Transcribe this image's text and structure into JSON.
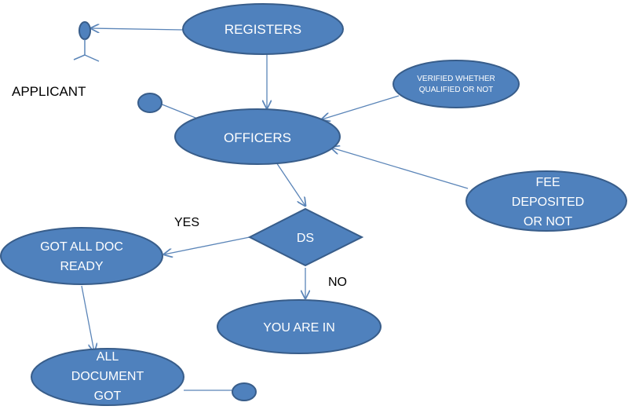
{
  "diagram": {
    "actor_label": "APPLICANT",
    "nodes": {
      "registers": "REGISTERS",
      "officers": "OFFICERS",
      "verified_line1": "VERIFIED WHETHER",
      "verified_line2": "QUALIFIED OR NOT",
      "fee_line1": "FEE",
      "fee_line2": "DEPOSITED",
      "fee_line3": "OR NOT",
      "decision": "DS",
      "got_doc_line1": "GOT ALL DOC",
      "got_doc_line2": "READY",
      "you_are_in": "YOU ARE IN",
      "all_doc_line1": "ALL",
      "all_doc_line2": "DOCUMENT",
      "all_doc_line3": "GOT"
    },
    "edge_labels": {
      "yes": "YES",
      "no": "NO"
    }
  },
  "colors": {
    "node_fill": "#4f81bd",
    "node_border": "#385d8a",
    "edge": "#5b85b8",
    "text_on_node": "#ffffff"
  }
}
